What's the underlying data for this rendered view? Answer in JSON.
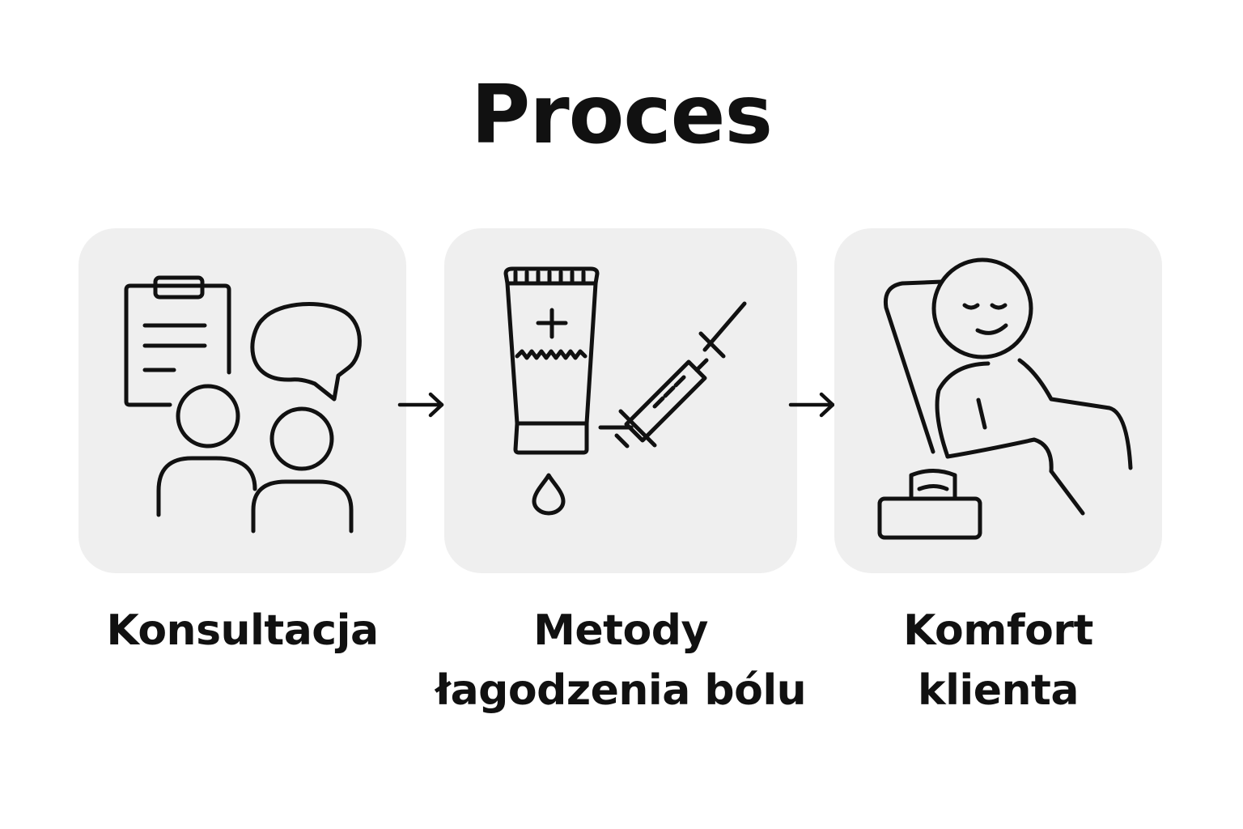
{
  "title": "Proces",
  "steps": [
    {
      "label_lines": [
        "Konsultacja"
      ],
      "icon": "consultation-icon"
    },
    {
      "label_lines": [
        "Metody",
        "łagodzenia bólu"
      ],
      "icon": "pain-relief-icon"
    },
    {
      "label_lines": [
        "Komfort",
        "klienta"
      ],
      "icon": "client-comfort-icon"
    }
  ],
  "connectors": [
    "arrow-right-icon",
    "arrow-right-icon"
  ],
  "colors": {
    "background": "#ffffff",
    "card": "#efefef",
    "ink": "#111111"
  }
}
